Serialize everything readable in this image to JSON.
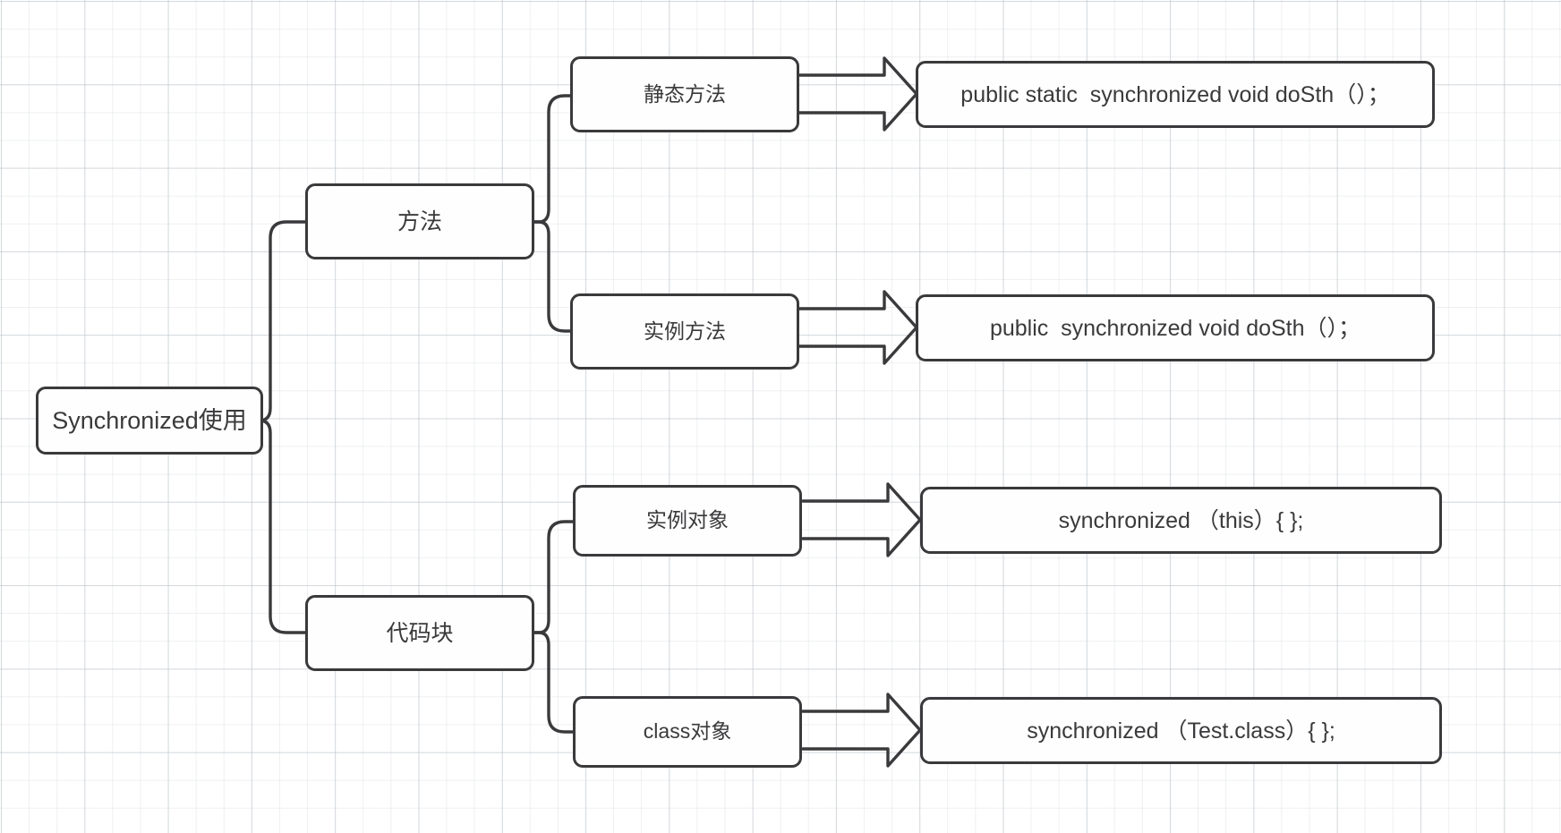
{
  "diagram": {
    "title": "Synchronized使用",
    "background": "#ffffff",
    "grid_color": "#c8cdd2",
    "node_border_color": "#3a3a3c",
    "node_fill_color": "#fefefe",
    "text_color": "#3a3a3c",
    "root": {
      "label": "Synchronized使用"
    },
    "branches": [
      {
        "label": "方法",
        "children": [
          {
            "label": "静态方法",
            "code": "public static  synchronized void doSth（）；"
          },
          {
            "label": "实例方法",
            "code": "public  synchronized void doSth（）；"
          }
        ]
      },
      {
        "label": "代码块",
        "children": [
          {
            "label": "实例对象",
            "code": "synchronized （this）{ };"
          },
          {
            "label": "class对象",
            "code": "synchronized （Test.class）{ };"
          }
        ]
      }
    ]
  }
}
